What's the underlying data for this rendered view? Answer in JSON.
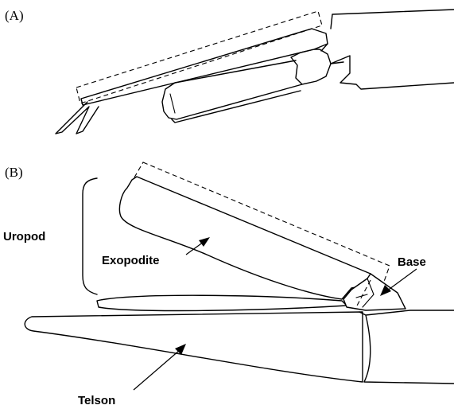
{
  "panels": {
    "a_label": "(A)",
    "b_label": "(B)"
  },
  "labels": {
    "uropod": "Uropod",
    "exopodite": "Exopodite",
    "base": "Base",
    "telson": "Telson"
  },
  "colors": {
    "line": "#000000",
    "background": "#ffffff"
  }
}
